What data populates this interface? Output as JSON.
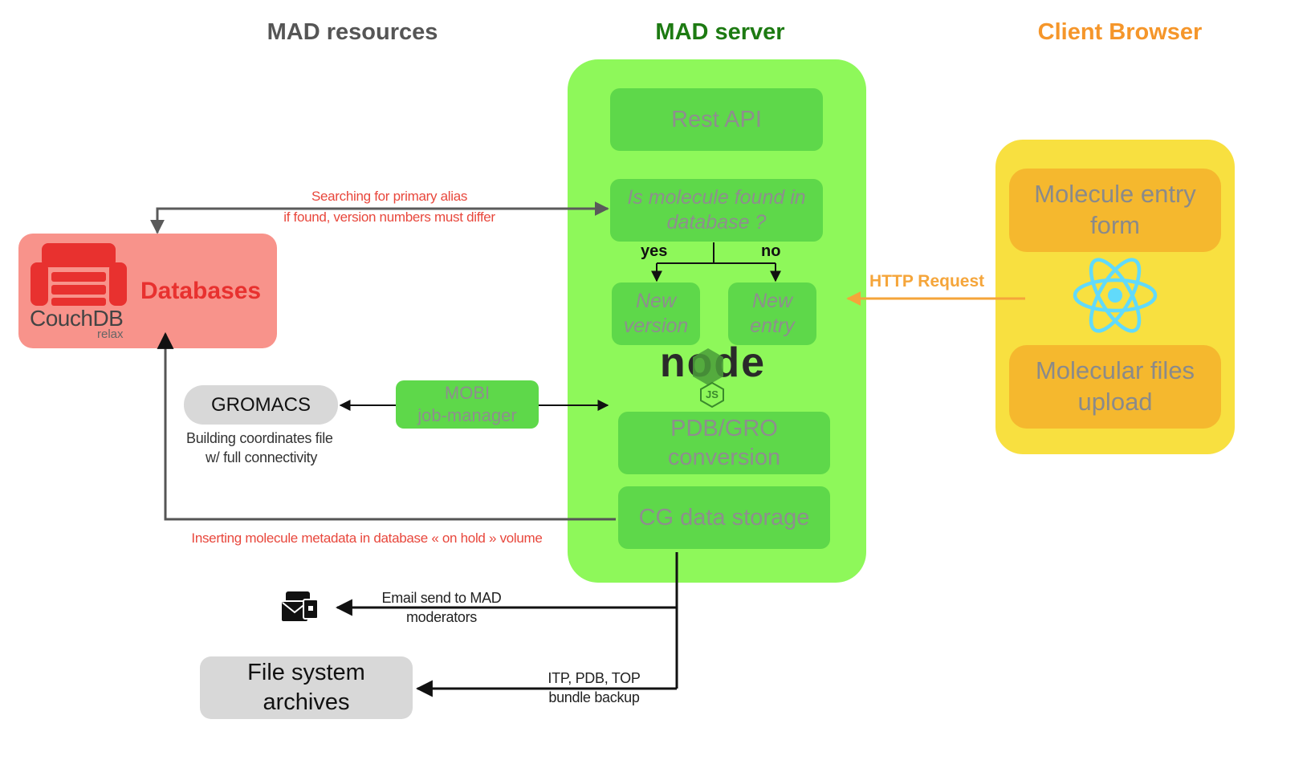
{
  "columns": {
    "resources_title": "MAD resources",
    "server_title": "MAD server",
    "browser_title": "Client Browser"
  },
  "server": {
    "rest_api": "Rest API",
    "question_line1": "Is molecule found in",
    "question_line2": "database ?",
    "yes_label": "yes",
    "no_label": "no",
    "new_version_line1": "New",
    "new_version_line2": "version",
    "new_entry_line1": "New",
    "new_entry_line2": "entry",
    "node_logo_text": "node",
    "node_js_badge": "JS",
    "pdb_gro_line1": "PDB/GRO",
    "pdb_gro_line2": "conversion",
    "cg_storage": "CG data storage"
  },
  "browser": {
    "entry_form_line1": "Molecule entry",
    "entry_form_line2": "form",
    "files_upload_line1": "Molecular files",
    "files_upload_line2": "upload",
    "http_request": "HTTP Request"
  },
  "resources": {
    "couchdb_name": "CouchDB",
    "couchdb_tagline": "relax",
    "databases_label": "Databases",
    "gromacs_label": "GROMACS",
    "mobi_line1": "MOBI",
    "mobi_line2": "job-manager",
    "building_line1": "Building coordinates file",
    "building_line2": "w/ full connectivity",
    "file_system_line1": "File system",
    "file_system_line2": "archives"
  },
  "notes": {
    "search_line1": "Searching for primary alias",
    "search_line2": "if found, version numbers must differ",
    "insert_note": "Inserting molecule metadata in database « on hold » volume",
    "email_line1": "Email send to MAD",
    "email_line2": "moderators",
    "backup_line1": "ITP, PDB, TOP",
    "backup_line2": "bundle backup"
  },
  "colors": {
    "server_bg": "#8ef85a",
    "server_inner": "#5ed84a",
    "browser_bg": "#f8e040",
    "browser_inner": "#f5b82e",
    "db_bg": "#f8938b",
    "db_red": "#e8312f",
    "resources_title": "#555555",
    "server_title": "#1d7a12",
    "browser_title": "#f5962a",
    "note_red": "#e8473c",
    "http_orange": "#f5a53a",
    "react_blue": "#61dafb"
  }
}
